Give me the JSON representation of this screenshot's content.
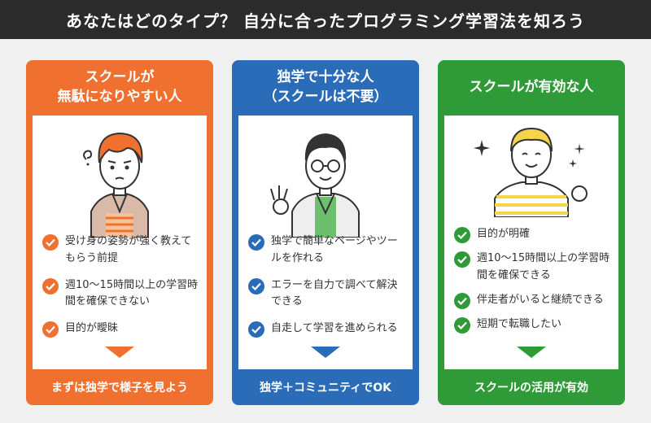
{
  "title": "あなたはどのタイプ？ 自分に合ったプログラミング学習法を知ろう",
  "cards": [
    {
      "header_line1": "スクールが",
      "header_line2": "無駄になりやすい人",
      "color": "#f07030",
      "items": [
        "受け身の姿勢が強く教えてもらう前提",
        "週10〜15時間以上の学習時間を確保できない",
        "目的が曖昧"
      ],
      "footer": "まずは独学で様子を見よう"
    },
    {
      "header_line1": "独学で十分な人",
      "header_line2": "（スクールは不要）",
      "color": "#2b6cb8",
      "items": [
        "独学で簡単なページやツールを作れる",
        "エラーを自力で調べて解決できる",
        "自走して学習を進められる"
      ],
      "footer": "独学＋コミュニティでOK"
    },
    {
      "header_line1": "スクールが有効な人",
      "header_line2": "",
      "color": "#2e9a38",
      "items": [
        "目的が明確",
        "週10〜15時間以上の学習時間を確保できる",
        "伴走者がいると継続できる",
        "短期で転職したい"
      ],
      "footer": "スクールの活用が有効"
    }
  ]
}
